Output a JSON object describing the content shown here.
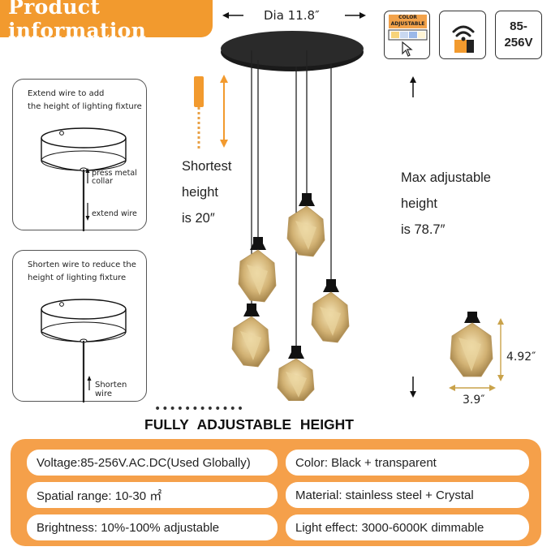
{
  "header": {
    "title": "Product information"
  },
  "dimensions": {
    "diameter": "Dia 11.8″",
    "pendant_height": "4.92″",
    "pendant_width": "3.9″"
  },
  "badges": {
    "color_adjustable": "COLOR ADJUSTABLE",
    "voltage_line1": "85-",
    "voltage_line2": "256V"
  },
  "extend_diagram": {
    "caption_line1": "Extend wire to add",
    "caption_line2": "the height of lighting fixture",
    "press_label_line1": "press metal",
    "press_label_line2": "collar",
    "extend_label": "extend wire"
  },
  "shorten_diagram": {
    "caption_line1": "Shorten wire to reduce the",
    "caption_line2": "height of lighting fixture",
    "shorten_label": "Shorten wire"
  },
  "height_info": {
    "shortest_line1": "Shortest",
    "shortest_line2": "height",
    "shortest_line3": "is 20″",
    "max_line1": "Max adjustable",
    "max_line2": "height",
    "max_line3": "is 78.7″"
  },
  "banner": {
    "dots": "••••••••••••",
    "fully": "FULLY ADJUSTABLE HEIGHT"
  },
  "specs": {
    "voltage": "Voltage:85-256V.AC.DC(Used Globally)",
    "color": "Color: Black + transparent",
    "spatial": "Spatial range: 10-30 ㎡",
    "material": "Material: stainless steel + Crystal",
    "brightness": "Brightness: 10%-100% adjustable",
    "light_effect": "Light effect: 3000-6000K dimmable"
  },
  "colors": {
    "accent": "#f29a2e",
    "panel": "#f5a04a",
    "fixture": "#1a1a1a",
    "crystal": "#d9c08a"
  }
}
